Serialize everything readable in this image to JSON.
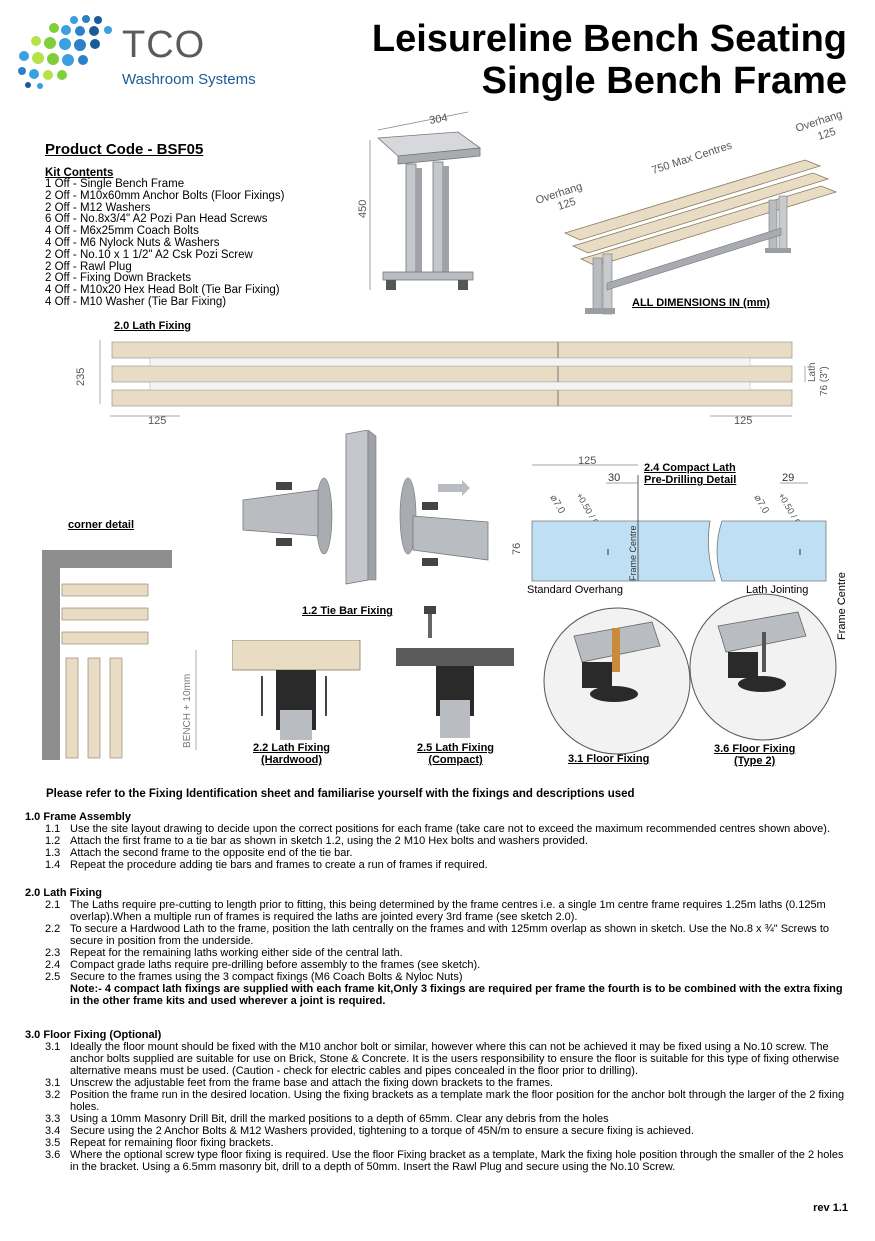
{
  "header": {
    "logo_name": "TCO",
    "logo_sub": "Washroom Systems",
    "title_line1": "Leisureline Bench Seating",
    "title_line2": "Single Bench Frame"
  },
  "product": {
    "code": "Product Code - BSF05",
    "kit_title": "Kit Contents",
    "kit_items": [
      "1 Off - Single Bench Frame",
      "2 Off - M10x60mm Anchor Bolts (Floor Fixings)",
      "2 Off - M12 Washers",
      "6 Off - No.8x3/4\" A2 Pozi Pan Head Screws",
      "4 Off - M6x25mm Coach Bolts",
      "4 Off - M6 Nylock Nuts & Washers",
      "2 Off - No.10 x 1 1/2\" A2 Csk Pozi Screw",
      "2 Off - Rawl Plug",
      "2 Off - Fixing Down Brackets",
      "4 Off - M10x20 Hex Head Bolt (Tie Bar Fixing)",
      "4 Off - M10 Washer (Tie Bar Fixing)"
    ]
  },
  "dimensions": {
    "frame_width": "304",
    "frame_height": "450",
    "overhang_left": "Overhang",
    "overhang_left_val": "125",
    "overhang_right": "Overhang",
    "overhang_right_val": "125",
    "max_centres": "750 Max Centres",
    "all_dims": "ALL DIMENSIONS IN (mm)",
    "lath_total": "235",
    "lath_label": "Lath",
    "lath_size": "76 (3\")",
    "lath_left": "125",
    "lath_right": "125",
    "std_125": "125",
    "std_30": "30",
    "join_29": "29",
    "join_1": "1",
    "hole_dia": "⌀7.0",
    "hole_tol": "+0.50 / 0",
    "height_76": "76",
    "frame_centre": "Frame Centre",
    "bench_plus": "BENCH + 10mm"
  },
  "labels": {
    "lath_fixing": "2.0 Lath Fixing",
    "corner_detail": "corner detail",
    "tie_bar": "1.2 Tie Bar Fixing",
    "compact_title_1": "2.4 Compact Lath",
    "compact_title_2": "Pre-Drilling Detail",
    "standard_overhang": "Standard Overhang",
    "lath_jointing": "Lath Jointing",
    "lath_hardwood_1": "2.2 Lath Fixing",
    "lath_hardwood_2": "(Hardwood)",
    "lath_compact_1": "2.5 Lath Fixing",
    "lath_compact_2": "(Compact)",
    "floor_fixing": "3.1 Floor Fixing",
    "floor_type2_1": "3.6 Floor Fixing",
    "floor_type2_2": "(Type 2)"
  },
  "instructions": {
    "intro": "Please refer to the Fixing Identification sheet and familiarise yourself with the fixings and descriptions used",
    "sections": [
      {
        "title": "1.0 Frame Assembly",
        "steps": [
          {
            "num": "1.1",
            "text": "Use the site layout drawing to decide upon the correct positions for each frame (take care not to exceed the maximum recommended centres shown above)."
          },
          {
            "num": "1.2",
            "text": "Attach the first frame to a tie bar as shown in sketch 1.2, using the 2 M10 Hex bolts and washers provided."
          },
          {
            "num": "1.3",
            "text": "Attach the second frame to the opposite end of the tie bar."
          },
          {
            "num": "1.4",
            "text": "Repeat the procedure adding tie bars and frames to create a run of frames if required."
          }
        ]
      },
      {
        "title": "2.0 Lath Fixing",
        "steps": [
          {
            "num": "2.1",
            "text": "The Laths require pre-cutting to length prior to fitting, this being determined by the frame centres i.e. a single 1m centre frame requires 1.25m laths (0.125m overlap).When a multiple run of frames is required the laths are jointed every 3rd frame (see sketch 2.0)."
          },
          {
            "num": "2.2",
            "text": "To secure a Hardwood Lath to the frame, position the lath centrally on the frames  and with 125mm overlap as shown in sketch. Use the No.8 x ¾\" Screws to secure in position from the underside."
          },
          {
            "num": "2.3",
            "text": "Repeat for the remaining laths working either side of the central lath."
          },
          {
            "num": "2.4",
            "text": "Compact grade laths require pre-drilling before assembly to the frames (see sketch)."
          },
          {
            "num": "2.5",
            "text": "Secure to the frames using the 3 compact fixings (M6 Coach Bolts & Nyloc Nuts)"
          }
        ],
        "note": "Note:- 4 compact lath fixings are supplied with each frame kit,Only 3 fixings are required per frame the fourth is to be combined with the extra fixing in the other frame kits and used wherever a joint is required."
      },
      {
        "title": "3.0 Floor Fixing (Optional)",
        "steps": [
          {
            "num": "3.1",
            "text": "Ideally the floor mount should be fixed with the M10 anchor bolt or similar, however where this can not be achieved it may be fixed using a No.10 screw. The anchor bolts supplied are suitable for use on Brick, Stone & Concrete. It is the users responsibility to ensure the floor is suitable for this type of fixing otherwise alternative means must be used. (Caution - check for electric cables and pipes concealed in the floor prior to drilling)."
          },
          {
            "num": "3.1",
            "text": "Unscrew the adjustable feet from the frame base and attach the fixing down brackets to the frames."
          },
          {
            "num": "3.2",
            "text": "Position the frame run in the desired location. Using the fixing brackets as a template mark the floor position for the anchor bolt through the larger of the 2 fixing holes."
          },
          {
            "num": "3.3",
            "text": "Using a 10mm Masonry Drill Bit, drill the marked positions to a depth of 65mm. Clear any debris from the holes"
          },
          {
            "num": "3.4",
            "text": "Secure using the 2 Anchor Bolts & M12 Washers provided, tightening to a torque of 45N/m to ensure a secure fixing is achieved."
          },
          {
            "num": "3.5",
            "text": "Repeat for remaining floor fixing brackets."
          },
          {
            "num": "3.6",
            "text": "Where the optional screw type floor fixing is required. Use the floor Fixing bracket as a template, Mark the fixing hole position through the smaller of the 2 holes in the bracket. Using a 6.5mm masonry bit, drill to a depth of 50mm. Insert the Rawl Plug and secure using the No.10 Screw."
          }
        ]
      }
    ]
  },
  "footer": {
    "rev": "rev 1.1"
  },
  "colors": {
    "wood": "#e9dcc4",
    "compact": "#bfe0f4",
    "steel": "#b9bcc0",
    "logo_blue": "#1a5b97"
  }
}
